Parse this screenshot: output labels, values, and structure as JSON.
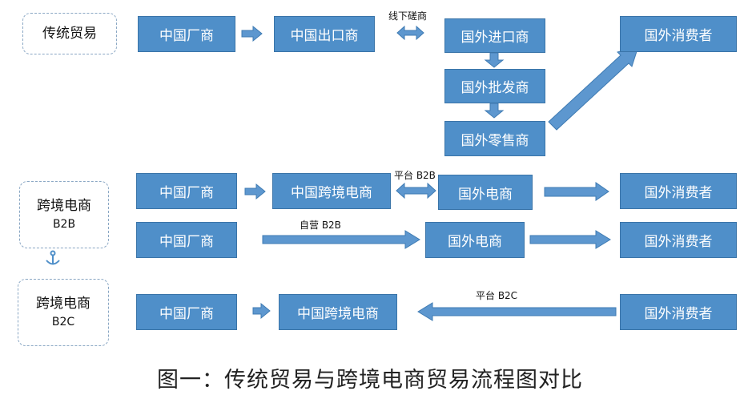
{
  "categories": {
    "traditional": "传统贸易",
    "b2b": {
      "title": "跨境电商",
      "sub": "B2B"
    },
    "b2c": {
      "title": "跨境电商",
      "sub": "B2C"
    }
  },
  "traditional": {
    "manufacturer": "中国厂商",
    "exporter": "中国出口商",
    "offline_label": "线下磋商",
    "importer": "国外进口商",
    "wholesaler": "国外批发商",
    "retailer": "国外零售商",
    "consumer": "国外消费者"
  },
  "b2b_platform": {
    "manufacturer": "中国厂商",
    "cn_ecommerce": "中国跨境电商",
    "label": "平台 B2B",
    "foreign_ecommerce": "国外电商",
    "consumer": "国外消费者"
  },
  "b2b_self": {
    "manufacturer": "中国厂商",
    "label": "自营 B2B",
    "foreign_ecommerce": "国外电商",
    "consumer": "国外消费者"
  },
  "b2c": {
    "manufacturer": "中国厂商",
    "cn_ecommerce": "中国跨境电商",
    "label": "平台 B2C",
    "consumer": "国外消费者"
  },
  "caption": "图一：传统贸易与跨境电商贸易流程图对比",
  "colors": {
    "box_fill": "#4f8fc9",
    "box_border": "#3a74a8",
    "arrow": "#5d97cf",
    "dashed_border": "#8aa7c4"
  }
}
